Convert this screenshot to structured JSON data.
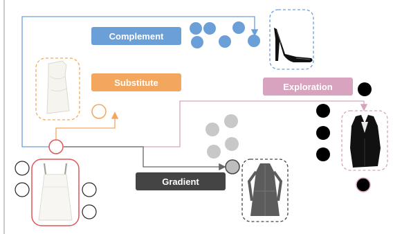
{
  "labels": {
    "complement": "Complement",
    "substitute": "Substitute",
    "exploration": "Exploration",
    "gradient": "Gradient"
  },
  "colors": {
    "complement": "#6a9fd8",
    "substitute": "#f3a65e",
    "exploration": "#d7a3bf",
    "gradient": "#444444",
    "anchor": "#e05555",
    "dots_gray": "#c8c8c8",
    "dots_black": "#000000"
  },
  "items": [
    {
      "name": "white-one-shoulder-dress",
      "icon": "dress-icon"
    },
    {
      "name": "black-patent-pump",
      "icon": "heel-icon"
    },
    {
      "name": "white-slip-dress",
      "icon": "dress-icon"
    },
    {
      "name": "black-cutout-dress",
      "icon": "dress-icon"
    },
    {
      "name": "gray-shirt-dress",
      "icon": "dress-icon"
    }
  ]
}
